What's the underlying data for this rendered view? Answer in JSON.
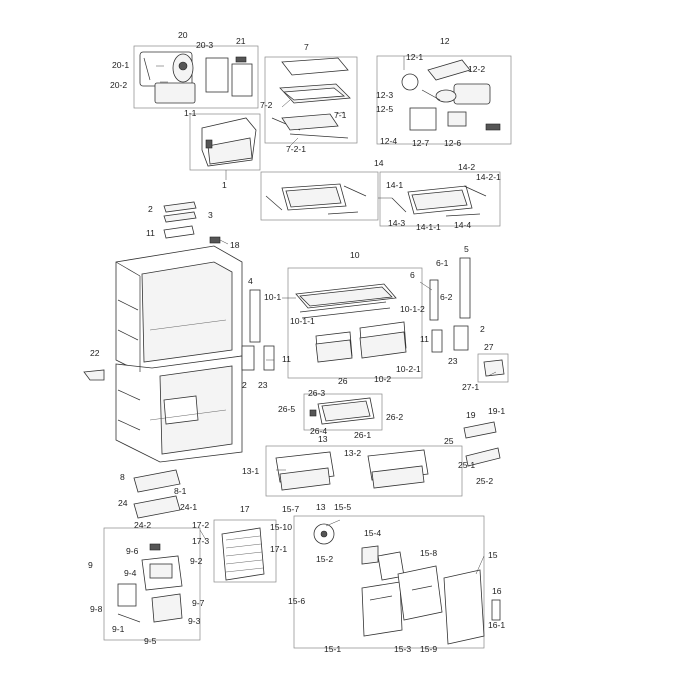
{
  "labels": {
    "p20": "20",
    "p20_1": "20-1",
    "p20_2": "20-2",
    "p20_3": "20-3",
    "p21": "21",
    "p7": "7",
    "p7_1": "7-1",
    "p7_2": "7-2",
    "p7_2_1": "7-2-1",
    "p12": "12",
    "p12_1": "12-1",
    "p12_2": "12-2",
    "p12_3": "12-3",
    "p12_4": "12-4",
    "p12_5": "12-5",
    "p12_6": "12-6",
    "p12_7": "12-7",
    "p1": "1",
    "p1_1": "1-1",
    "p14": "14",
    "p14_1": "14-1",
    "p14_1_1": "14-1-1",
    "p14_2": "14-2",
    "p14_2_1": "14-2-1",
    "p14_3": "14-3",
    "p14_4": "14-4",
    "p2a": "2",
    "p3": "3",
    "p11a": "11",
    "p18": "18",
    "p10": "10",
    "p10_1": "10-1",
    "p10_1_1": "10-1-1",
    "p10_1_2": "10-1-2",
    "p10_2": "10-2",
    "p10_2_1": "10-2-1",
    "p4": "4",
    "p5": "5",
    "p6": "6",
    "p6_1": "6-1",
    "p6_2": "6-2",
    "p11b": "11",
    "p11c": "11",
    "p2b": "2",
    "p2c": "2",
    "p23a": "23",
    "p23b": "23",
    "p26": "26",
    "p26_1": "26-1",
    "p26_2": "26-2",
    "p26_3": "26-3",
    "p26_4": "26-4",
    "p26_5": "26-5",
    "p27": "27",
    "p27_1": "27-1",
    "p22": "22",
    "p19": "19",
    "p19_1": "19-1",
    "p25": "25",
    "p25_1": "25-1",
    "p25_2": "25-2",
    "p13": "13",
    "p13_1": "13-1",
    "p13_2": "13-2",
    "p8": "8",
    "p8_1": "8-1",
    "p24": "24",
    "p24_1": "24-1",
    "p24_2": "24-2",
    "p9": "9",
    "p9_1": "9-1",
    "p9_2": "9-2",
    "p9_3": "9-3",
    "p9_4": "9-4",
    "p9_5": "9-5",
    "p9_6": "9-6",
    "p9_7": "9-7",
    "p9_8": "9-8",
    "p17": "17",
    "p17_1": "17-1",
    "p17_2": "17-2",
    "p17_3": "17-3",
    "p15": "15",
    "p15_1": "15-1",
    "p15_2": "15-2",
    "p15_3": "15-3",
    "p15_4": "15-4",
    "p15_5": "15-5",
    "p15_6": "15-6",
    "p15_7": "15-7",
    "p15_8": "15-8",
    "p15_9": "15-9",
    "p15_10": "15-10",
    "p13b": "13",
    "p16": "16",
    "p16_1": "16-1"
  }
}
